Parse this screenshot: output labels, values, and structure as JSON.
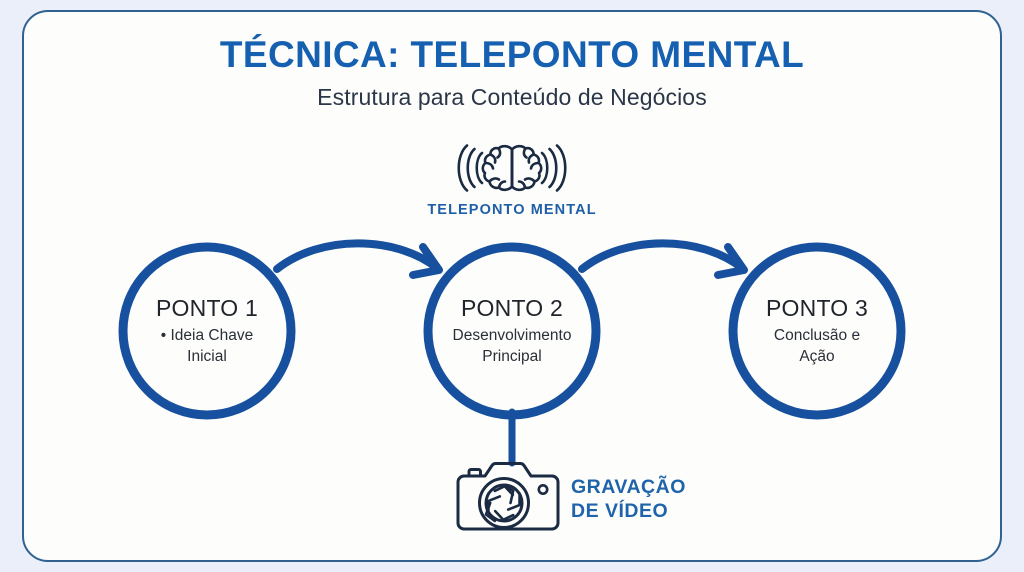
{
  "header": {
    "title": "TÉCNICA: TELEPONTO MENTAL",
    "subtitle": "Estrutura para Conteúdo de Negócios"
  },
  "brain_badge": {
    "icon": "brain-waves-icon",
    "label": "TELEPONTO MENTAL"
  },
  "flow": {
    "nodes": [
      {
        "title": "PONTO 1",
        "desc_line1": "• Ideia Chave",
        "desc_line2": "Inicial"
      },
      {
        "title": "PONTO 2",
        "desc_line1": "Desenvolvimento",
        "desc_line2": "Principal"
      },
      {
        "title": "PONTO 3",
        "desc_line1": "Conclusão e",
        "desc_line2": "Ação"
      }
    ],
    "arrows": [
      {
        "name": "arrow-ponto1-to-ponto2"
      },
      {
        "name": "arrow-ponto2-to-ponto3"
      }
    ],
    "connector": {
      "name": "connector-ponto2-to-camera"
    }
  },
  "camera": {
    "icon": "camera-icon",
    "label_line1": "GRAVAÇÃO",
    "label_line2": "DE VÍDEO"
  },
  "colors": {
    "page_background": "#eaeff9",
    "card_background": "#fdfdfb",
    "frame_border": "#2f6191",
    "title_blue": "#1560b0",
    "circle_blue": "#17509e",
    "accent_blue": "#1f63ab",
    "icon_navy": "#1b2b43",
    "text_dark": "#20242b"
  }
}
